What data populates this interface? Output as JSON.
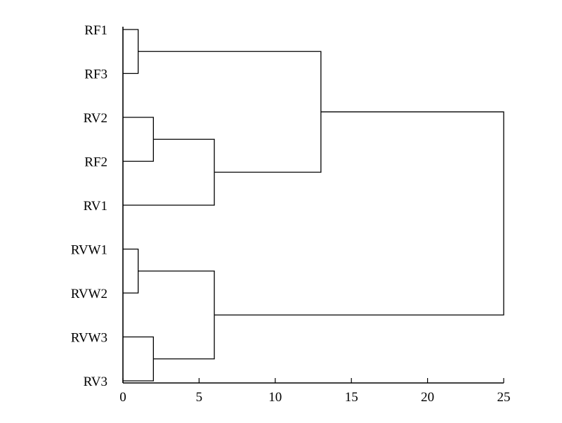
{
  "chart_data": {
    "type": "dendrogram",
    "orientation": "horizontal",
    "leaves": [
      "RF1",
      "RF3",
      "RV2",
      "RF2",
      "RV1",
      "RVW1",
      "RVW2",
      "RVW3",
      "RV3"
    ],
    "xlim": [
      0,
      25
    ],
    "xticks": [
      0,
      5,
      10,
      15,
      20,
      25
    ],
    "merges": [
      {
        "a": "RF1",
        "b": "RF3",
        "distance": 1,
        "id": "n1"
      },
      {
        "a": "RVW1",
        "b": "RVW2",
        "distance": 1,
        "id": "n2"
      },
      {
        "a": "RV2",
        "b": "RF2",
        "distance": 2,
        "id": "n3"
      },
      {
        "a": "RVW3",
        "b": "RV3",
        "distance": 2,
        "id": "n4"
      },
      {
        "a": "n3",
        "b": "RV1",
        "distance": 6,
        "id": "n5"
      },
      {
        "a": "n2",
        "b": "n4",
        "distance": 6,
        "id": "n6"
      },
      {
        "a": "n1",
        "b": "n5",
        "distance": 13,
        "id": "n7"
      },
      {
        "a": "n7",
        "b": "n6",
        "distance": 25,
        "id": "n8"
      }
    ]
  }
}
